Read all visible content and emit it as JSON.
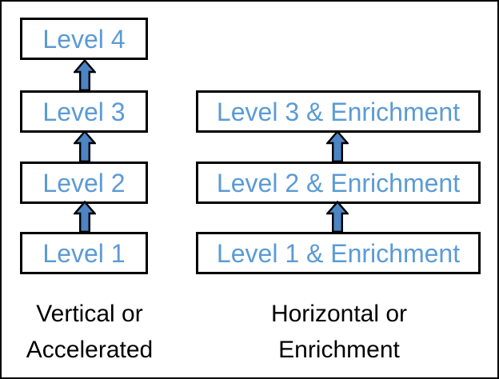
{
  "diagram": {
    "left_column": {
      "boxes": [
        {
          "label": "Level 4"
        },
        {
          "label": "Level 3"
        },
        {
          "label": "Level 2"
        },
        {
          "label": "Level 1"
        }
      ],
      "caption": {
        "line1": "Vertical or",
        "line2": "Accelerated"
      }
    },
    "right_column": {
      "boxes": [
        {
          "label": "Level 3 & Enrichment"
        },
        {
          "label": "Level 2 & Enrichment"
        },
        {
          "label": "Level 1 & Enrichment"
        }
      ],
      "caption": {
        "line1": "Horizontal or",
        "line2": "Enrichment"
      }
    },
    "icons": {
      "arrow": "up-block-arrow-icon"
    },
    "colors": {
      "level_text": "#5b9bd5",
      "arrow_fill": "#4c84c4",
      "outline": "#000000",
      "caption_text": "#000000",
      "background": "#ffffff"
    }
  }
}
